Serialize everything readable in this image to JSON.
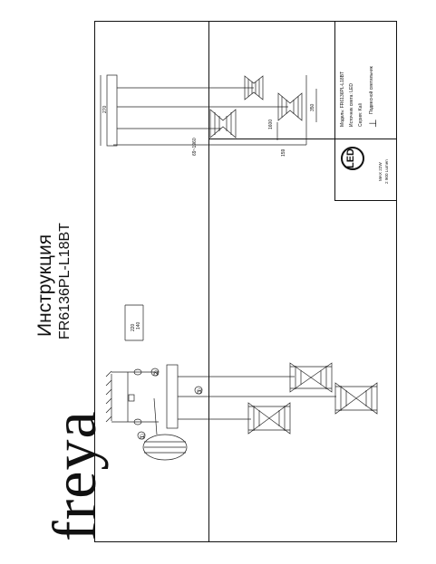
{
  "document": {
    "brand": "freya",
    "title": "Инструкция",
    "model_code": "FR6136PL-L18BT"
  },
  "spec_table": {
    "model_label": "Модель:",
    "model_value": "FR6136PL-L18BT",
    "light_source_label": "Источник света:",
    "light_source_value": "LED",
    "series_label": "Серия:",
    "series_value": "Kali",
    "type_value": "Подвесной светильник",
    "led_label": "LED",
    "power": "MAX 22W",
    "lumen": "2 900 Lumen"
  },
  "dimensions": {
    "width": "270",
    "length": "69~1960",
    "depth": "159",
    "height": "350",
    "offset": "1600",
    "canopy_length": "220",
    "canopy_width": "140"
  },
  "steps": {
    "one": "①",
    "two": "②",
    "three": "③"
  }
}
